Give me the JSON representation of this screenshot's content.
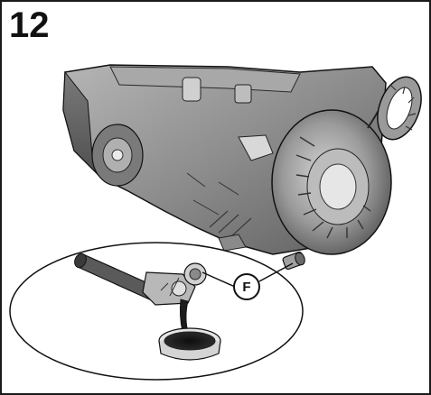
{
  "step": {
    "number": "12"
  },
  "callouts": [
    {
      "letter": "F",
      "target": "oil-drain-plug"
    }
  ],
  "colors": {
    "line": "#111111",
    "engine_dark": "#6e6e6e",
    "engine_mid": "#9a9a9a",
    "engine_light": "#c8c8c8",
    "oil": "#1c1c1c"
  }
}
